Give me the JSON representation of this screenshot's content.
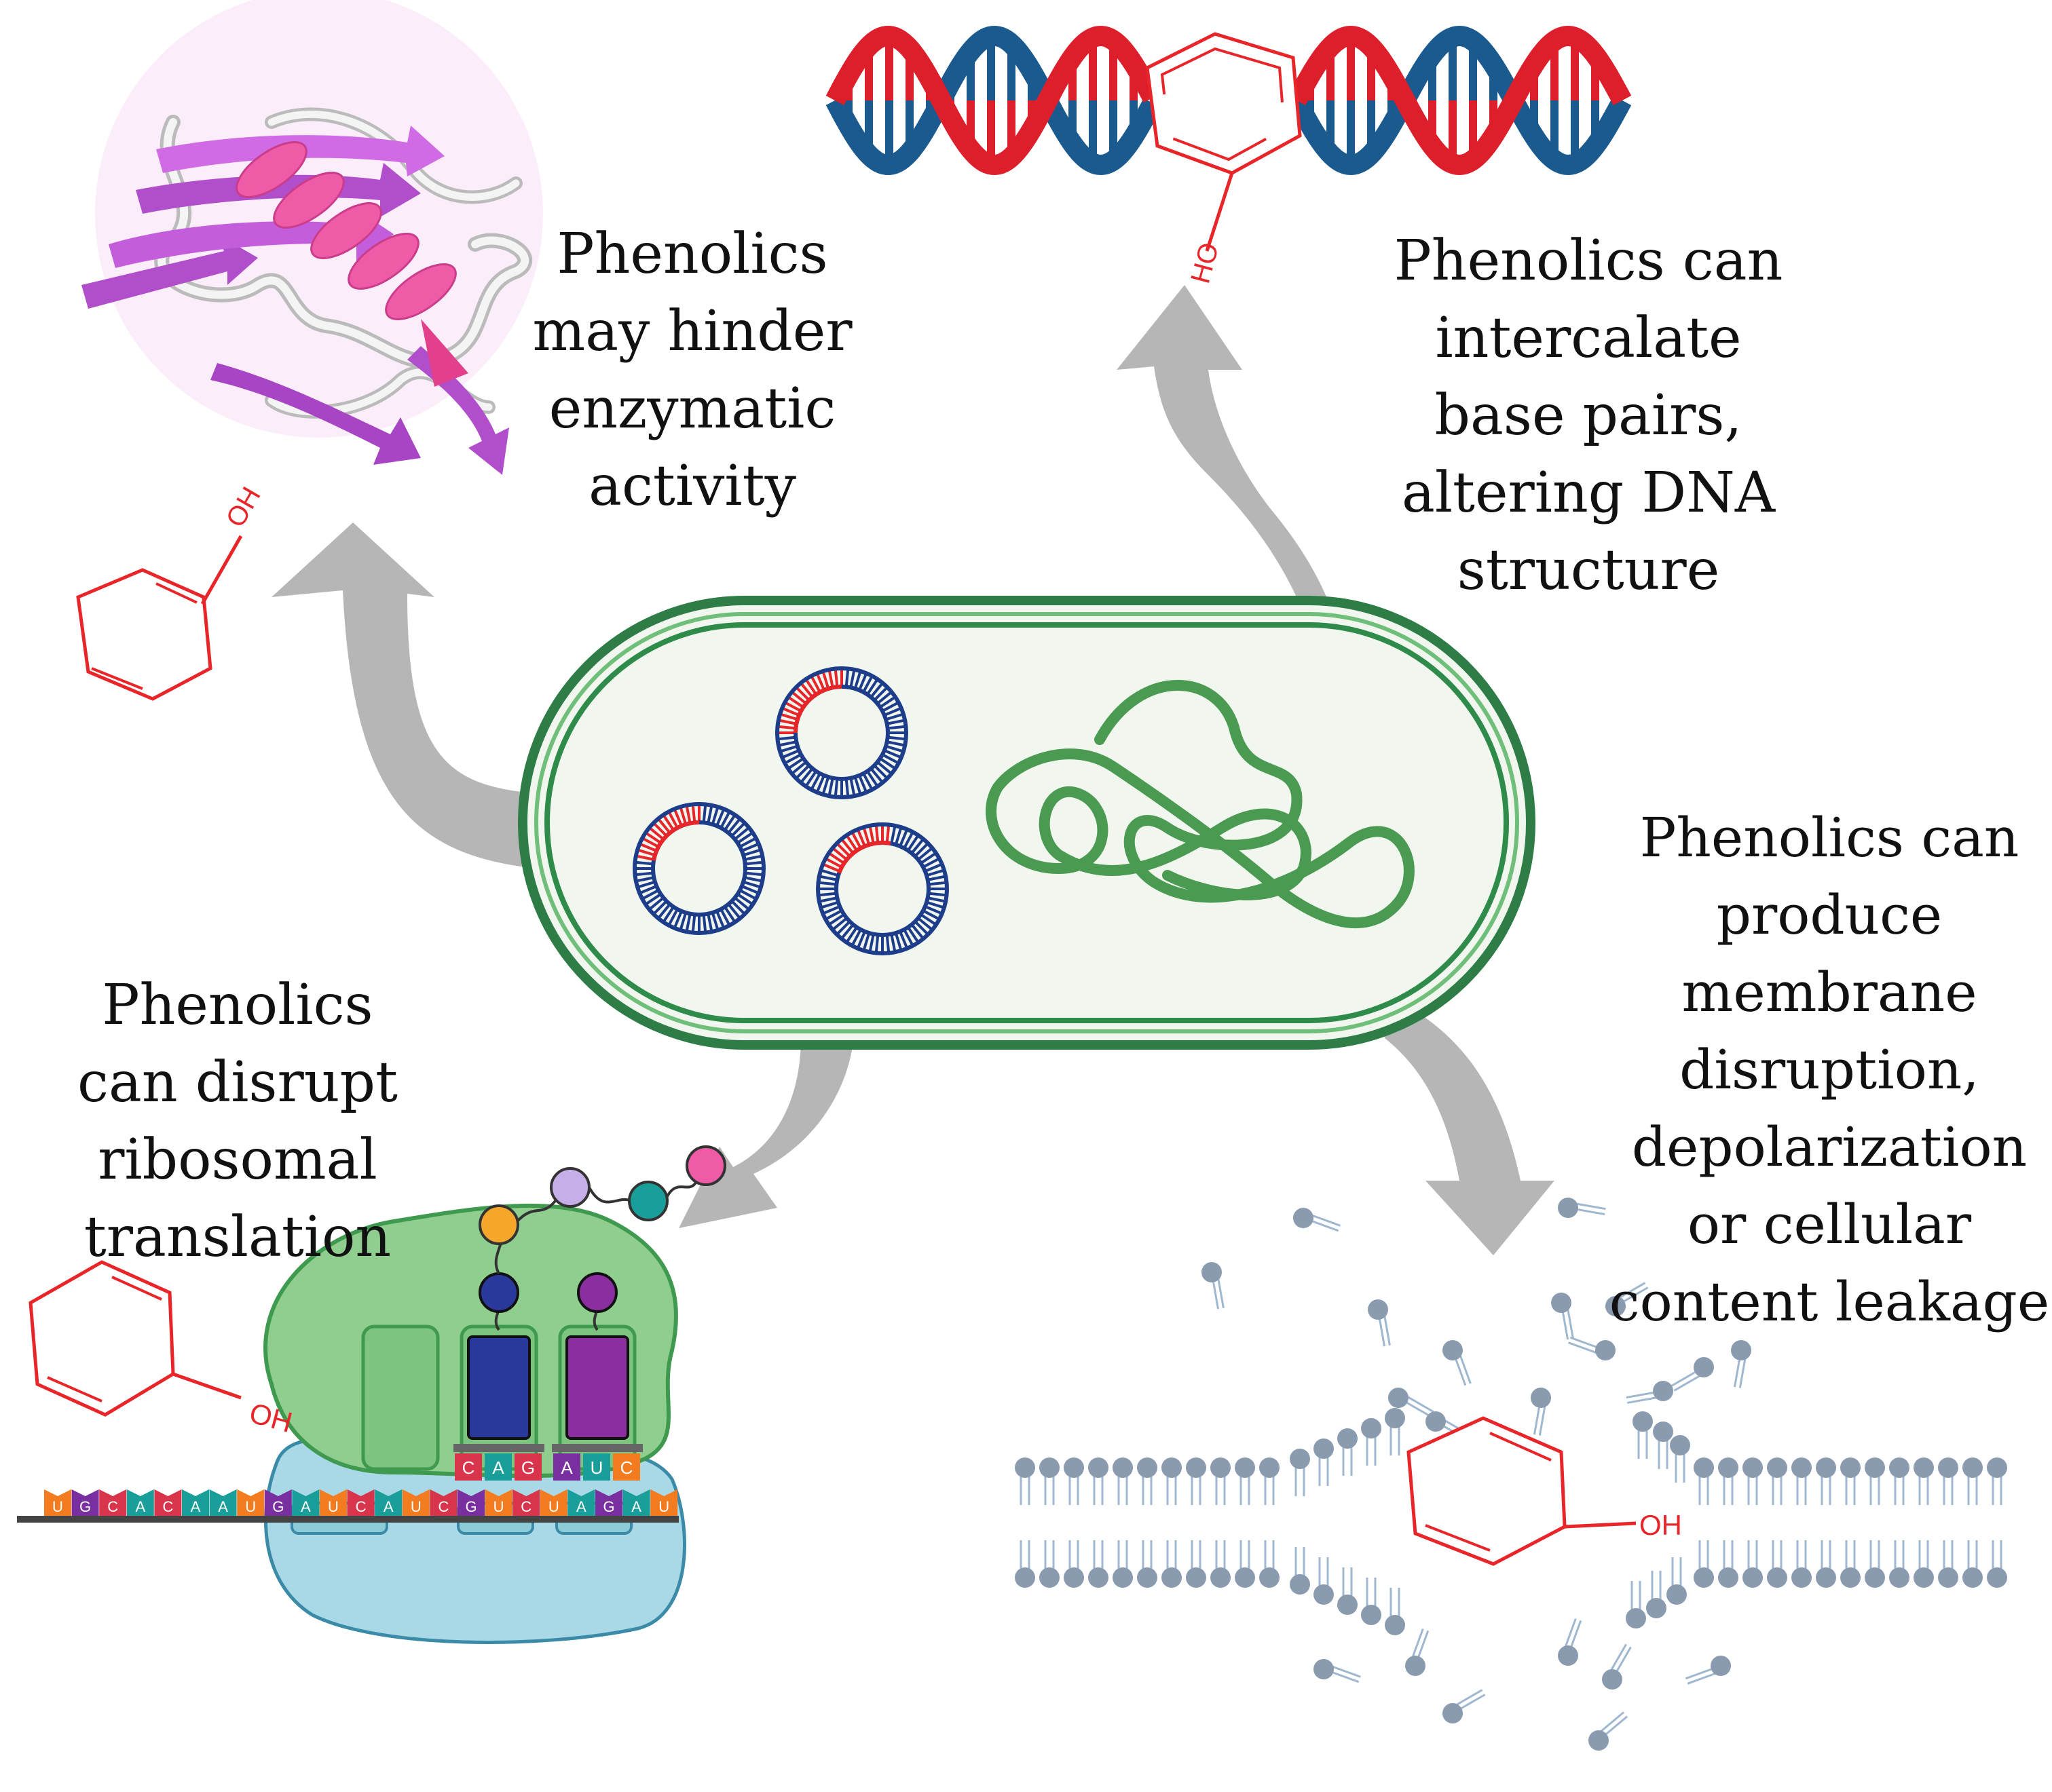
{
  "captions": {
    "enzyme": [
      "Phenolics",
      "may hinder",
      "enzymatic",
      "activity"
    ],
    "dna": [
      "Phenolics can",
      "intercalate",
      "base pairs,",
      "altering DNA",
      "structure"
    ],
    "membrane": [
      "Phenolics can",
      "produce",
      "membrane",
      "disruption,",
      "depolarization",
      "or cellular",
      "content leakage"
    ],
    "ribosome": [
      "Phenolics",
      "can disrupt",
      "ribosomal",
      "translation"
    ]
  },
  "phenol_label": "OH",
  "phenol_label_rotated": "HO",
  "mrna_bases": [
    "U",
    "G",
    "C",
    "A",
    "C",
    "A",
    "A",
    "U",
    "G",
    "A",
    "U",
    "C",
    "A",
    "U",
    "C",
    "G",
    "U",
    "C",
    "U",
    "A",
    "G",
    "A",
    "U"
  ],
  "trna_left_anticodon": [
    "C",
    "A",
    "G"
  ],
  "trna_right_anticodon": [
    "A",
    "U",
    "C"
  ],
  "colors": {
    "phenol": "#e8262a",
    "arrow": "#a8a8a8",
    "cell_outline": "#2e8b4a",
    "cell_fill": "#f1f6ef",
    "dna_blue": "#1a5a8f",
    "dna_red": "#dd1f2b",
    "plasmid_blue": "#1d3d8a",
    "membrane_head": "#8a9bb0",
    "ribosome_large": "#8fce8f",
    "ribosome_small": "#a9d9e6"
  }
}
